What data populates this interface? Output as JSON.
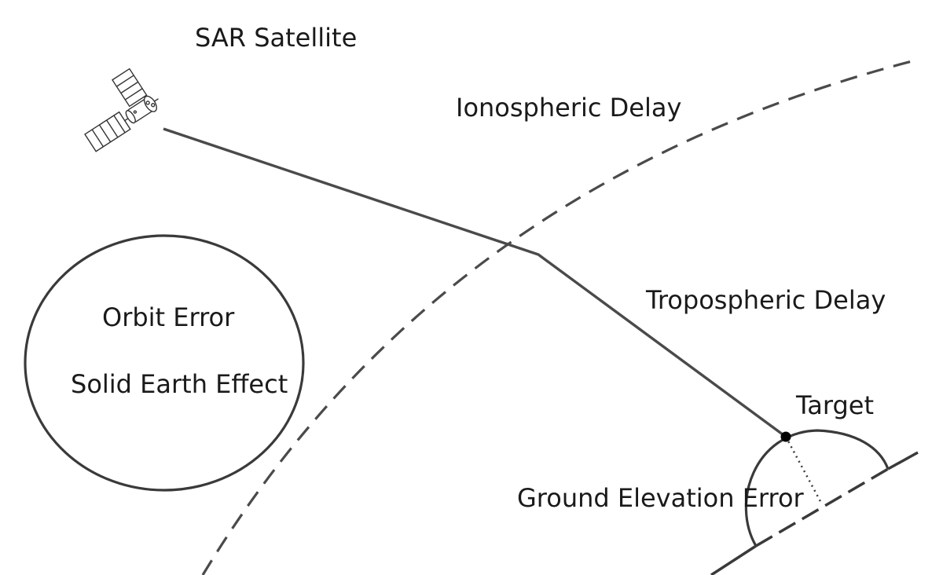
{
  "labels": {
    "satellite": "SAR Satellite",
    "ionospheric": "Ionospheric Delay",
    "tropospheric": "Tropospheric Delay",
    "orbit_error": "Orbit Error",
    "solid_earth": "Solid Earth Effect",
    "target": "Target",
    "ground_elevation": "Ground Elevation Error"
  },
  "icons": {
    "satellite": "satellite-icon"
  },
  "colors": {
    "line": "#4a4a4a",
    "text": "#1a1a1a",
    "background": "#ffffff"
  }
}
